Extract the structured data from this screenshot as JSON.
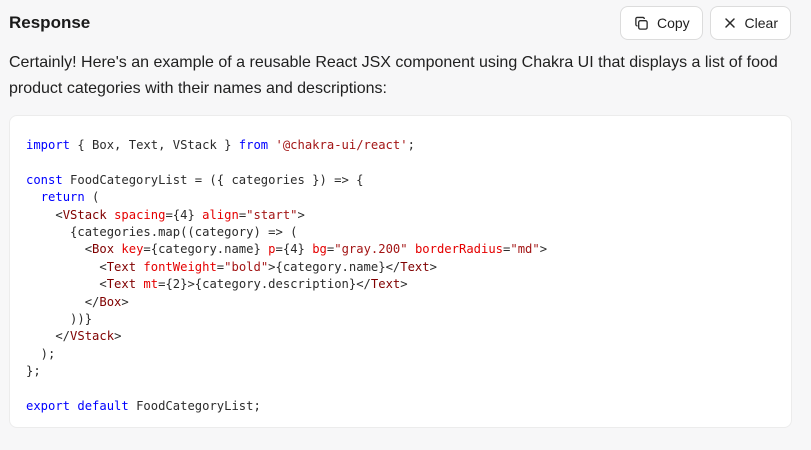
{
  "header": {
    "title": "Response",
    "copy_label": "Copy",
    "clear_label": "Clear",
    "copy_icon": "copy-icon",
    "clear_icon": "close-icon"
  },
  "intro": "Certainly! Here's an example of a reusable React JSX component using Chakra UI that displays a list of food product categories with their names and descriptions:",
  "colors": {
    "keyword": "#0000ff",
    "string": "#a31515",
    "attr": "#e50000",
    "tag": "#800000",
    "text": "#2b2b2b",
    "number": "#098658"
  },
  "code": [
    [
      [
        "import",
        "keyword"
      ],
      [
        " { Box, Text, VStack } ",
        "text"
      ],
      [
        "from",
        "keyword"
      ],
      [
        " ",
        "text"
      ],
      [
        "'@chakra-ui/react'",
        "string"
      ],
      [
        ";",
        "text"
      ]
    ],
    [],
    [
      [
        "const",
        "keyword"
      ],
      [
        " FoodCategoryList = ({ categories }) => {",
        "text"
      ]
    ],
    [
      [
        "  ",
        "text"
      ],
      [
        "return",
        "keyword"
      ],
      [
        " (",
        "text"
      ]
    ],
    [
      [
        "    <",
        "text"
      ],
      [
        "VStack",
        "tag"
      ],
      [
        " ",
        "text"
      ],
      [
        "spacing",
        "attr"
      ],
      [
        "={4} ",
        "text"
      ],
      [
        "align",
        "attr"
      ],
      [
        "=",
        "text"
      ],
      [
        "\"start\"",
        "string"
      ],
      [
        ">",
        "text"
      ]
    ],
    [
      [
        "      {categories.map((category) => (",
        "text"
      ]
    ],
    [
      [
        "        <",
        "text"
      ],
      [
        "Box",
        "tag"
      ],
      [
        " ",
        "text"
      ],
      [
        "key",
        "attr"
      ],
      [
        "={category.name} ",
        "text"
      ],
      [
        "p",
        "attr"
      ],
      [
        "={4} ",
        "text"
      ],
      [
        "bg",
        "attr"
      ],
      [
        "=",
        "text"
      ],
      [
        "\"gray.200\"",
        "string"
      ],
      [
        " ",
        "text"
      ],
      [
        "borderRadius",
        "attr"
      ],
      [
        "=",
        "text"
      ],
      [
        "\"md\"",
        "string"
      ],
      [
        ">",
        "text"
      ]
    ],
    [
      [
        "          <",
        "text"
      ],
      [
        "Text",
        "tag"
      ],
      [
        " ",
        "text"
      ],
      [
        "fontWeight",
        "attr"
      ],
      [
        "=",
        "text"
      ],
      [
        "\"bold\"",
        "string"
      ],
      [
        ">{category.name}</",
        "text"
      ],
      [
        "Text",
        "tag"
      ],
      [
        ">",
        "text"
      ]
    ],
    [
      [
        "          <",
        "text"
      ],
      [
        "Text",
        "tag"
      ],
      [
        " ",
        "text"
      ],
      [
        "mt",
        "attr"
      ],
      [
        "={2}>{category.description}</",
        "text"
      ],
      [
        "Text",
        "tag"
      ],
      [
        ">",
        "text"
      ]
    ],
    [
      [
        "        </",
        "text"
      ],
      [
        "Box",
        "tag"
      ],
      [
        ">",
        "text"
      ]
    ],
    [
      [
        "      ))}",
        "text"
      ]
    ],
    [
      [
        "    </",
        "text"
      ],
      [
        "VStack",
        "tag"
      ],
      [
        ">",
        "text"
      ]
    ],
    [
      [
        "  );",
        "text"
      ]
    ],
    [
      [
        "};",
        "text"
      ]
    ],
    [],
    [
      [
        "export",
        "keyword"
      ],
      [
        " ",
        "text"
      ],
      [
        "default",
        "keyword"
      ],
      [
        " FoodCategoryList;",
        "text"
      ]
    ]
  ]
}
